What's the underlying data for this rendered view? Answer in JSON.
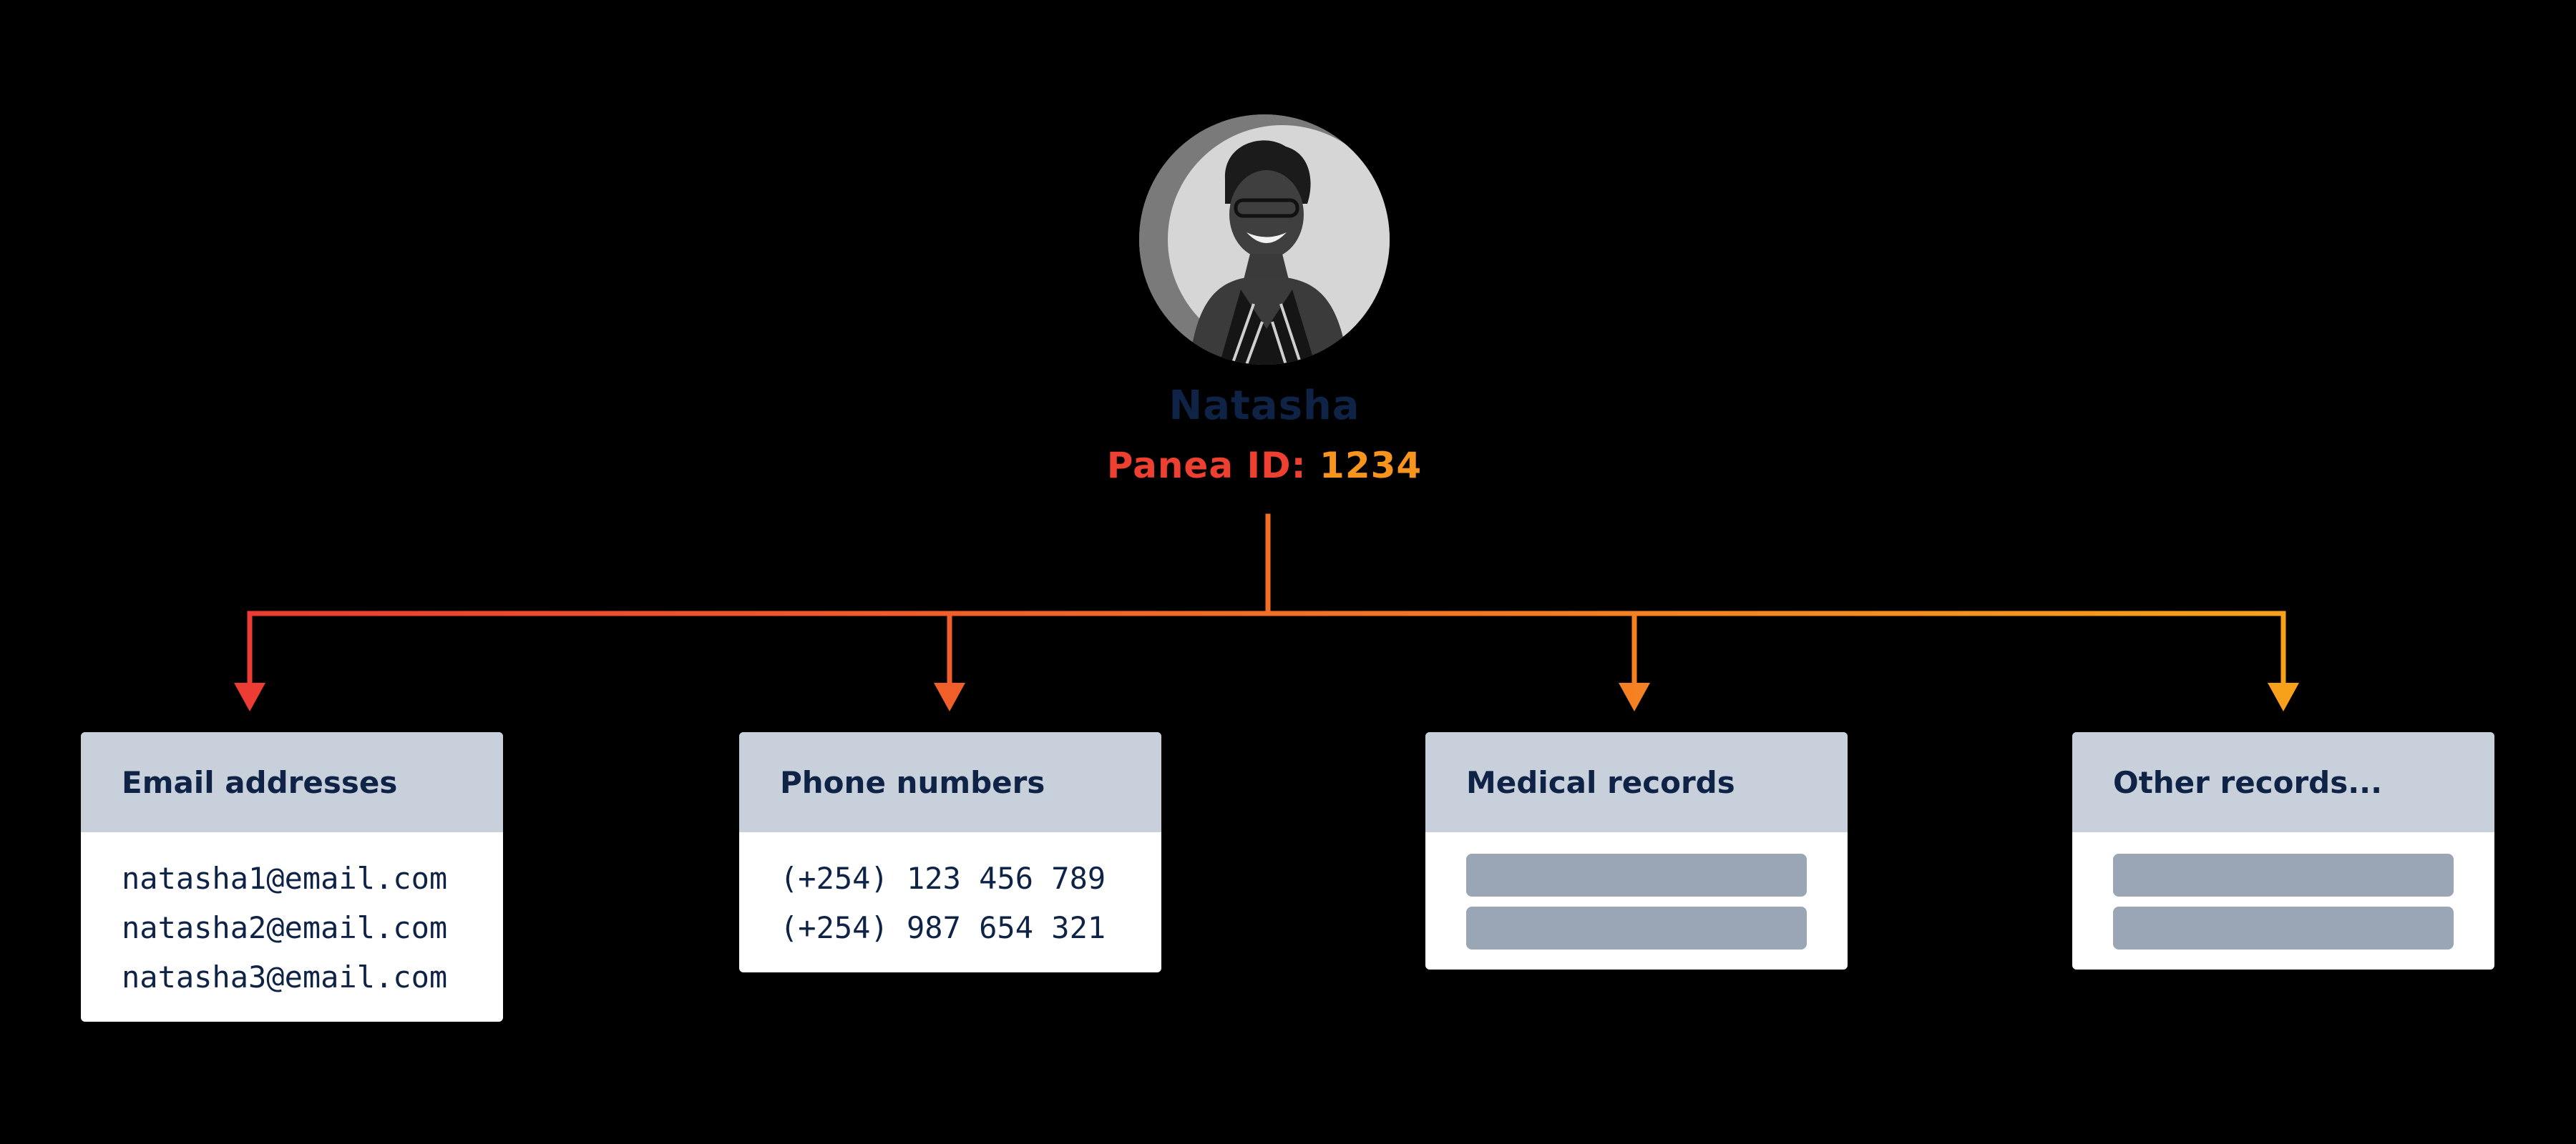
{
  "person": {
    "name": "Natasha",
    "id_label": "Panea ID:",
    "id_value": "1234"
  },
  "colors": {
    "gradient_start": "#ec3c33",
    "gradient_end": "#f7a11a",
    "navy": "#0f2347",
    "header_bg": "#c8d0db",
    "placeholder": "#9aa6b5"
  },
  "cards": [
    {
      "title": "Email addresses",
      "lines": [
        "natasha1@email.com",
        "natasha2@email.com",
        "natasha3@email.com"
      ]
    },
    {
      "title": "Phone numbers",
      "lines": [
        "(+254) 123 456 789",
        "(+254) 987 654 321"
      ]
    },
    {
      "title": "Medical records",
      "placeholder_bars": 2
    },
    {
      "title": "Other records...",
      "placeholder_bars": 2
    }
  ]
}
